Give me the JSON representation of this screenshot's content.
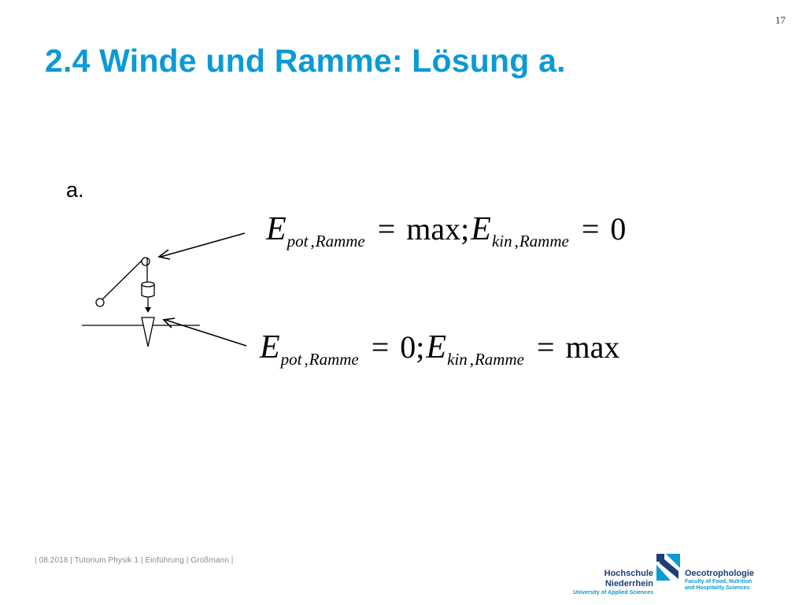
{
  "slide": {
    "page_number": "17",
    "title": "2.4 Winde und Ramme: Lösung a.",
    "item_label": "a."
  },
  "equations": [
    {
      "lhs_symbol": "E",
      "lhs_sub_a": "pot",
      "lhs_sub_b": "Ramme",
      "lhs_value": "max",
      "rhs_symbol": "E",
      "rhs_sub_a": "kin",
      "rhs_sub_b": "Ramme",
      "rhs_value": "0"
    },
    {
      "lhs_symbol": "E",
      "lhs_sub_a": "pot",
      "lhs_sub_b": "Ramme",
      "lhs_value": "0",
      "rhs_symbol": "E",
      "rhs_sub_a": "kin",
      "rhs_sub_b": "Ramme",
      "rhs_value": "max"
    }
  ],
  "symbols": {
    "equals": "=",
    "semicolon": ";",
    "comma": ","
  },
  "footer": {
    "text": "| 08.2018 | Tutorium Physik 1 | Einführung | Großmann |"
  },
  "logo": {
    "institution": "Hochschule Niederrhein",
    "institution_sub": "University of Applied Sciences",
    "department": "Oecotrophologie",
    "department_sub_1": "Faculty of Food, Nutrition",
    "department_sub_2": "and Hospitality Sciences",
    "brand_color": "#1c3f77",
    "accent_color": "#0a9ad6"
  },
  "icons": {
    "diagram": "winch-pulley-pile-driver-sketch",
    "logo_mark": "hochschule-niederrhein-logo-mark"
  }
}
